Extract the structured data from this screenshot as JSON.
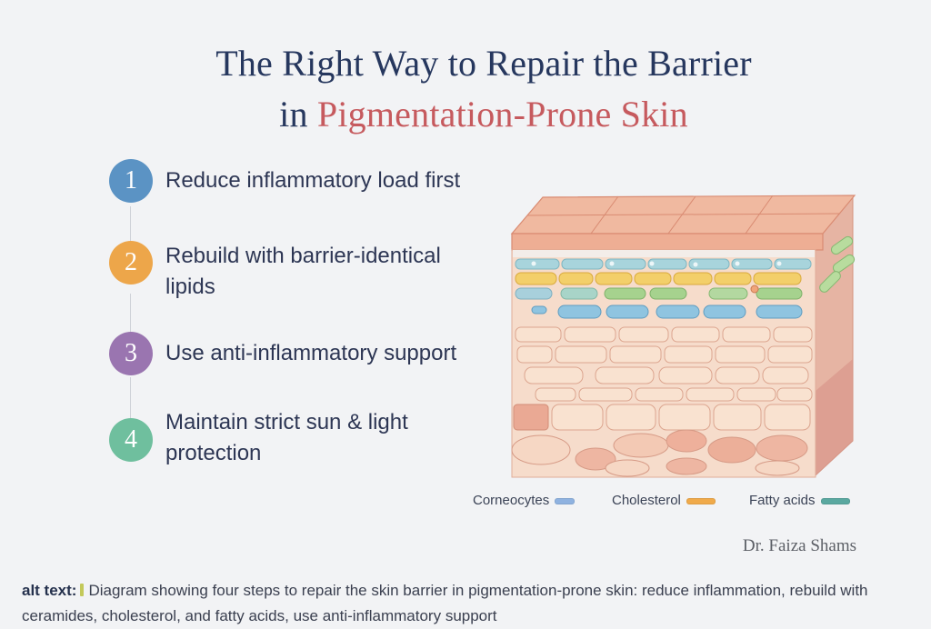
{
  "title": {
    "line1": "The Right Way to Repair the Barrier",
    "line2_prefix": "in ",
    "line2_accent": "Pigmentation-Prone Skin"
  },
  "colors": {
    "title": "#26375e",
    "accent": "#c65a5e",
    "background": "#f2f3f5",
    "step1": "#5b93c4",
    "step2": "#eda64a",
    "step3": "#9a75b0",
    "step4": "#6fbf9e"
  },
  "steps": [
    {
      "number": "1",
      "text": "Reduce inflammatory load first",
      "color": "#5b93c4"
    },
    {
      "number": "2",
      "text": "Rebuild with barrier-identical lipids",
      "color": "#eda64a"
    },
    {
      "number": "3",
      "text": "Use anti-inflammatory support",
      "color": "#9a75b0"
    },
    {
      "number": "4",
      "text": "Maintain strict sun & light protection",
      "color": "#6fbf9e"
    }
  ],
  "diagram": {
    "subject": "skin-barrier-cross-section",
    "layers": [
      "stratum corneum surface",
      "lipid bilayers",
      "epidermis cells",
      "dermis"
    ]
  },
  "legend": [
    {
      "label": "Corneocytes",
      "color": "#8fb2e0"
    },
    {
      "label": "Cholesterol",
      "color": "#f0aa4a"
    },
    {
      "label": "Fatty acids",
      "color": "#5aa8a0"
    }
  ],
  "author": "Dr. Faiza Shams",
  "alt_text": {
    "label": "alt text:",
    "body": "Diagram showing four steps to repair the skin barrier in pigmentation-prone skin: reduce inflammation, rebuild with ceramides, cholesterol, and fatty acids, use anti-inflammatory support"
  }
}
